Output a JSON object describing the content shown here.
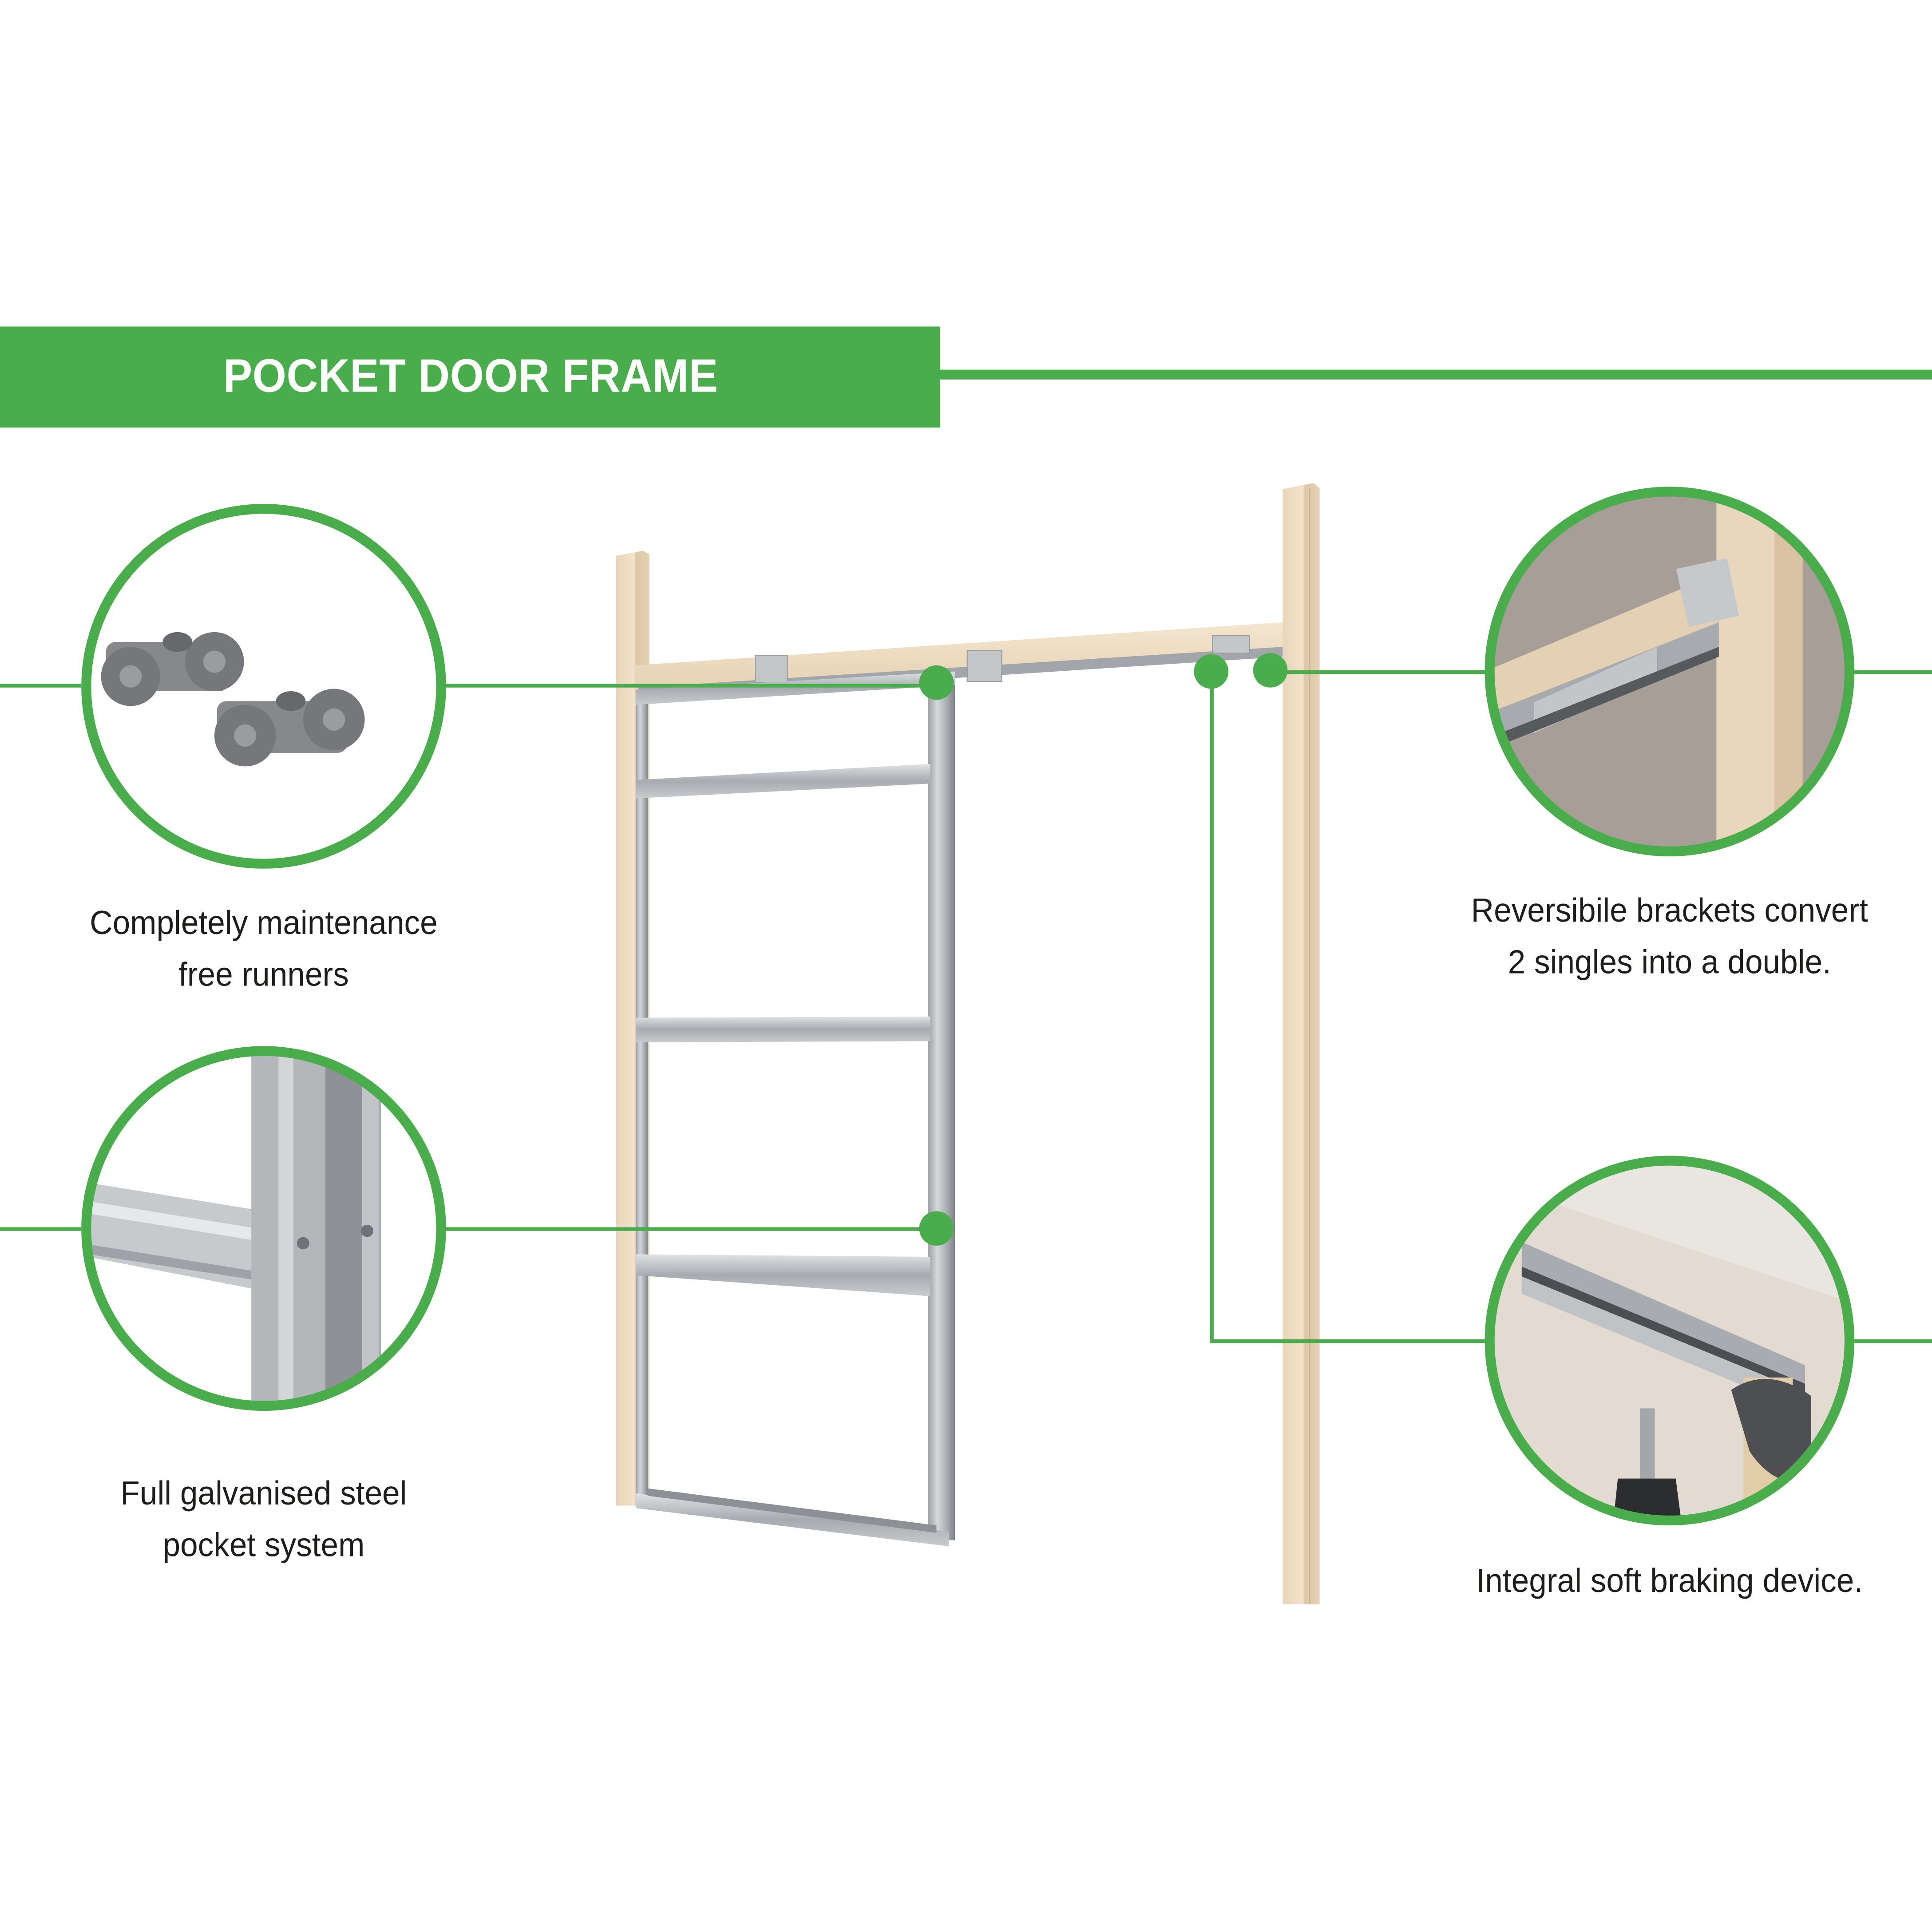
{
  "header": {
    "title": "POCKET DOOR FRAME"
  },
  "colors": {
    "accent_green": "#4aad4c",
    "wood": "#ecdcc4",
    "steel": "#b9bcbe",
    "text": "#1d1d1b"
  },
  "features": [
    {
      "id": "runners",
      "lines": [
        "Completely maintenance",
        "free runners"
      ],
      "image": "runners-photo"
    },
    {
      "id": "steel",
      "lines": [
        "Full galvanised steel",
        "pocket system"
      ],
      "image": "galvanised-steel-photo"
    },
    {
      "id": "brackets",
      "lines": [
        "Reversibile brackets convert",
        "2 singles into a double."
      ],
      "image": "brackets-photo"
    },
    {
      "id": "braking",
      "lines": [
        "Integral soft braking device."
      ],
      "image": "soft-braking-photo"
    }
  ]
}
